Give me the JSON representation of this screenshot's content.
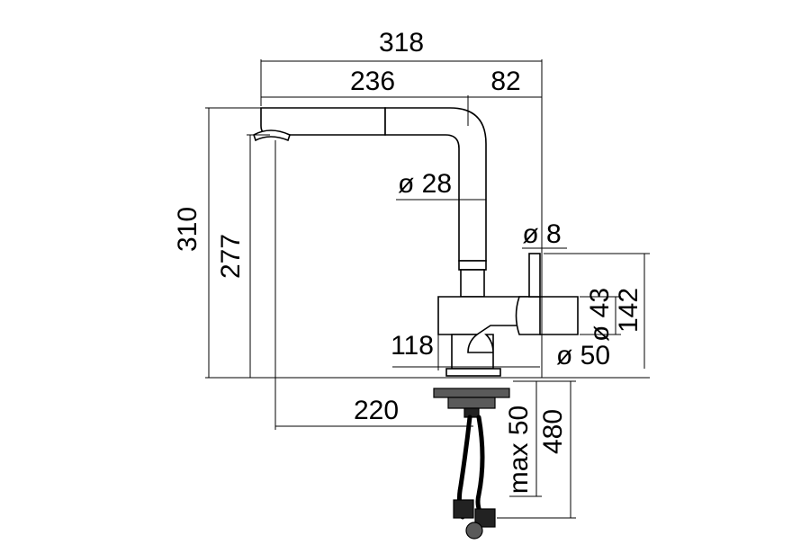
{
  "dimensions": {
    "width_total": "318",
    "width_spout": "236",
    "width_body": "82",
    "pipe_diameter": "ø 28",
    "lever_diameter": "ø 8",
    "height_total": "310",
    "height_spout": "277",
    "body_diameter": "ø 43",
    "lever_height": "142",
    "body_height": "118",
    "base_diameter": "ø 50",
    "reach": "220",
    "max_deck": "max 50",
    "hose_length": "480"
  }
}
